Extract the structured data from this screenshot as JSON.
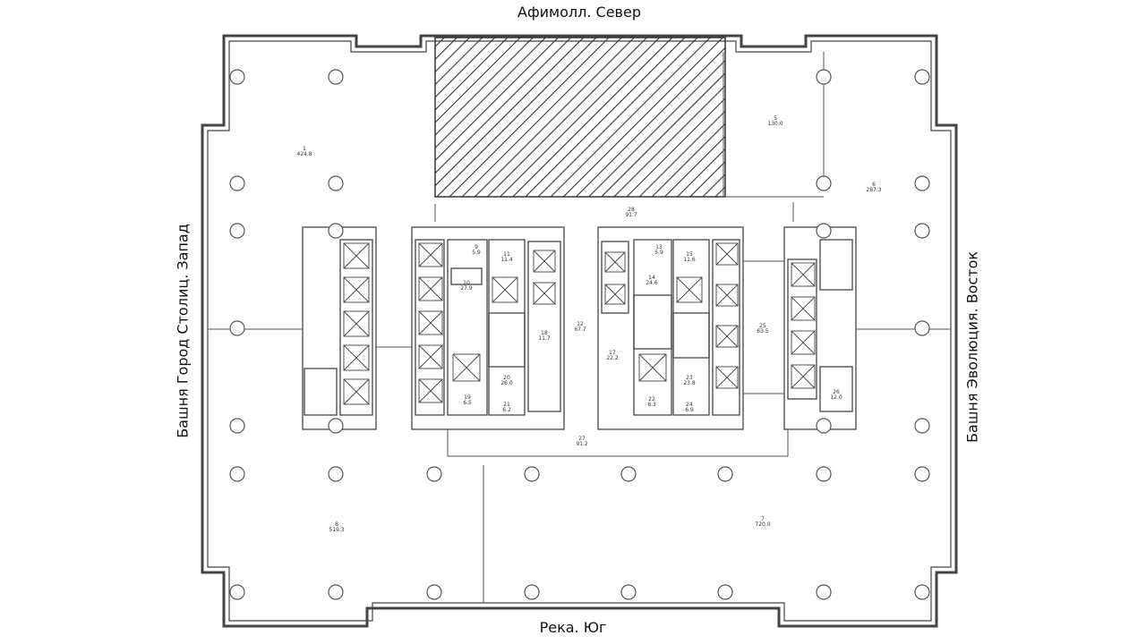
{
  "orientation": {
    "north": "Афимолл. Север",
    "south": "Река. Юг",
    "west": "Башня Город Столиц. Запад",
    "east": "Башня Эволюция. Восток"
  },
  "rooms": [
    {
      "num": "1",
      "area": "424.8"
    },
    {
      "num": "5",
      "area": "130.0"
    },
    {
      "num": "6",
      "area": "287.3"
    },
    {
      "num": "7",
      "area": "720.0"
    },
    {
      "num": "8",
      "area": "519.3"
    },
    {
      "num": "9",
      "area": "5.9"
    },
    {
      "num": "10",
      "area": "27.9"
    },
    {
      "num": "11",
      "area": "11.4"
    },
    {
      "num": "12",
      "area": "67.7"
    },
    {
      "num": "13",
      "area": "5.9"
    },
    {
      "num": "14",
      "area": "24.6"
    },
    {
      "num": "15",
      "area": "11.6"
    },
    {
      "num": "17",
      "area": "22.2"
    },
    {
      "num": "18",
      "area": "11.7"
    },
    {
      "num": "19",
      "area": "6.5"
    },
    {
      "num": "20",
      "area": "26.0"
    },
    {
      "num": "21",
      "area": "6.2"
    },
    {
      "num": "22",
      "area": "6.3"
    },
    {
      "num": "23",
      "area": "23.8"
    },
    {
      "num": "24",
      "area": "6.9"
    },
    {
      "num": "25",
      "area": "63.5"
    },
    {
      "num": "26",
      "area": "12.0"
    },
    {
      "num": "27",
      "area": "91.2"
    },
    {
      "num": "28",
      "area": "91.7"
    }
  ]
}
